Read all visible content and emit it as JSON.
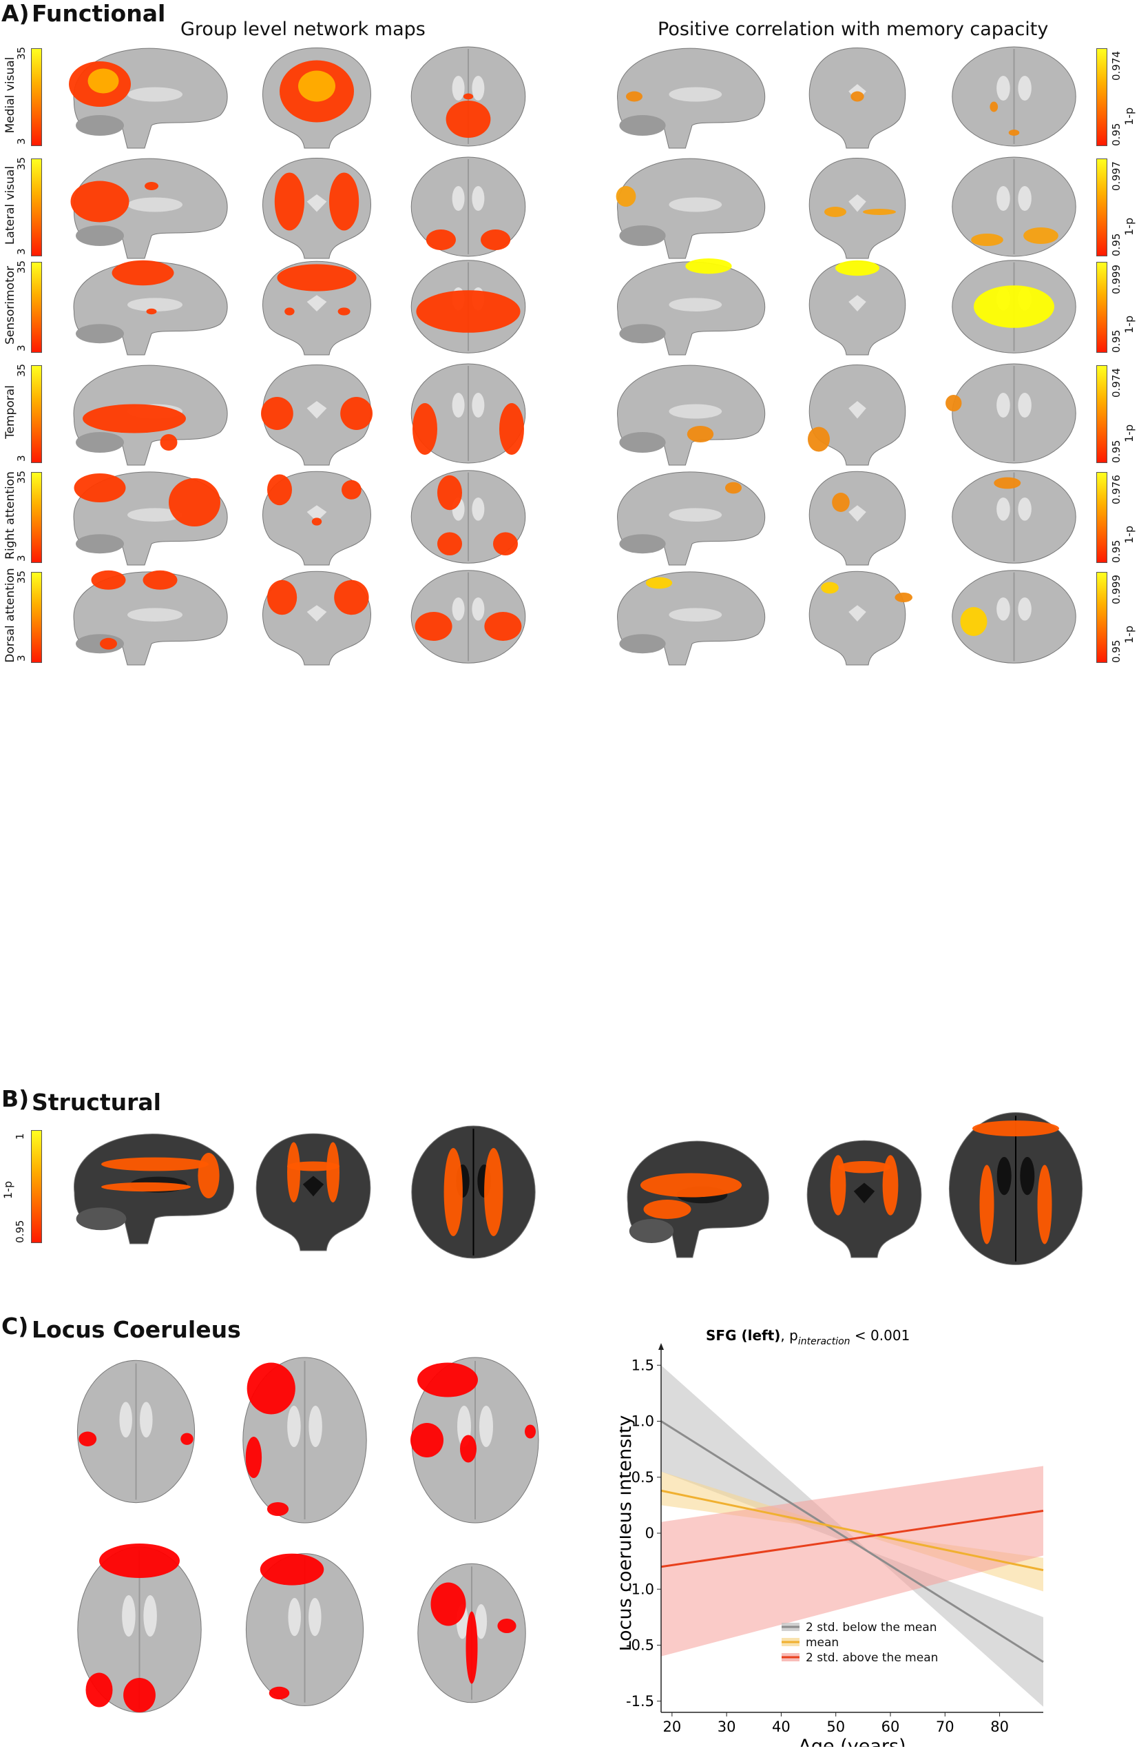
{
  "panel_a": {
    "letter": "A)",
    "title": "Functional",
    "left_heading": "Group level network maps",
    "right_heading": "Positive correlation with memory capacity",
    "rows": [
      {
        "label": "Medial visual",
        "left_max": "35",
        "left_min": "3",
        "right_max": "0.974",
        "right_min": "0.95",
        "right_unit": "1-p"
      },
      {
        "label": "Lateral visual",
        "left_max": "35",
        "left_min": "3",
        "right_max": "0.997",
        "right_min": "0.95",
        "right_unit": "1-p"
      },
      {
        "label": "Sensorimotor",
        "left_max": "35",
        "left_min": "3",
        "right_max": "0.999",
        "right_min": "0.95",
        "right_unit": "1-p"
      },
      {
        "label": "Temporal",
        "left_max": "35",
        "left_min": "3",
        "right_max": "0.974",
        "right_min": "0.95",
        "right_unit": "1-p"
      },
      {
        "label": "Right attention",
        "left_max": "35",
        "left_min": "3",
        "right_max": "0.976",
        "right_min": "0.95",
        "right_unit": "1-p"
      },
      {
        "label": "Dorsal attention",
        "left_max": "35",
        "left_min": "3",
        "right_max": "0.999",
        "right_min": "0.95",
        "right_unit": "1-p"
      }
    ]
  },
  "panel_b": {
    "letter": "B)",
    "title": "Structural",
    "cbar_max": "1",
    "cbar_min": "0.95",
    "cbar_unit": "1-p"
  },
  "panel_c": {
    "letter": "C)",
    "title": "Locus Coeruleus"
  },
  "colors": {
    "activation": "#ff3a00",
    "activation_hot": "#ffb000",
    "brain_gray": "#b8b8b8",
    "lc_red": "#ff0000"
  },
  "chart_data": {
    "type": "line",
    "title_bold": "SFG (left)",
    "title_rest": ", p",
    "title_sub": "interaction",
    "title_tail": " < 0.001",
    "xlabel": "Age (years)",
    "ylabel": "Locus coeruleus intensity",
    "xlim": [
      18,
      88
    ],
    "ylim": [
      -1.6,
      1.6
    ],
    "xticks": [
      20,
      30,
      40,
      50,
      60,
      70,
      80
    ],
    "ytick_values": [
      1.5,
      1.0,
      0.5,
      0.0,
      -0.5,
      -1.0,
      -1.5
    ],
    "ytick_labels": [
      "1.5",
      "1.0",
      "0.5",
      "0",
      "-1.0",
      "-0.5",
      "-1.5"
    ],
    "series": [
      {
        "name": "2 std. below the mean",
        "color": "#8c8c8c",
        "band_color": "#bdbdbd",
        "x": [
          18,
          88
        ],
        "y": [
          1.0,
          -1.15
        ],
        "lower": [
          0.55,
          -0.75
        ],
        "upper": [
          1.5,
          -1.55
        ]
      },
      {
        "name": "mean",
        "color": "#f0b030",
        "band_color": "#f7d58a",
        "x": [
          18,
          88
        ],
        "y": [
          0.38,
          -0.33
        ],
        "lower": [
          0.25,
          -0.22
        ],
        "upper": [
          0.55,
          -0.52
        ]
      },
      {
        "name": "2 std. above the mean",
        "color": "#e8401c",
        "band_color": "#f5a09a",
        "x": [
          18,
          88
        ],
        "y": [
          -0.3,
          0.2
        ],
        "lower": [
          -1.1,
          -0.2
        ],
        "upper": [
          0.1,
          0.6
        ]
      }
    ]
  }
}
